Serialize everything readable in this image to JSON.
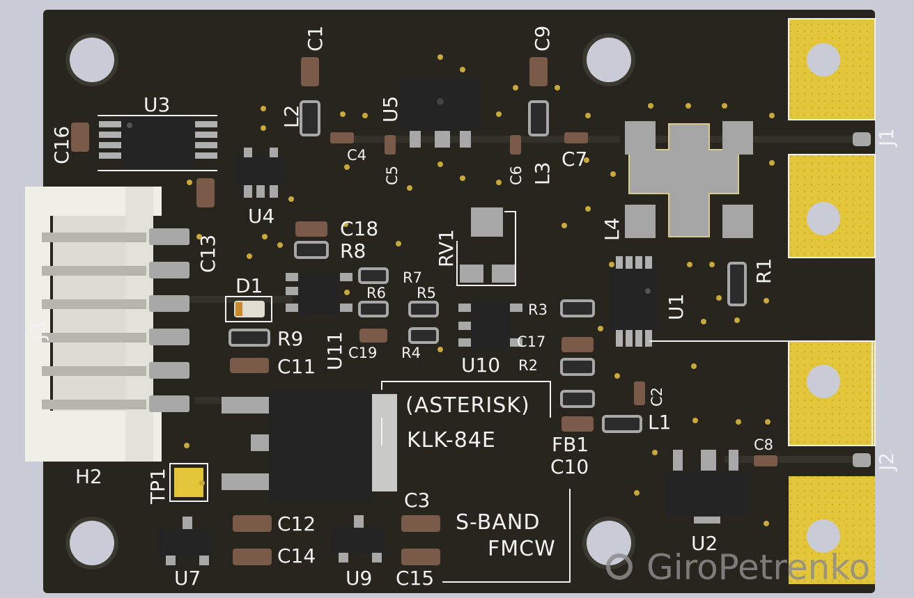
{
  "board": {
    "colors": {
      "background": "#c9cbd6",
      "soldermask": "#27251d",
      "silkscreen": "#f2f2f2",
      "gold": "#e3c53a",
      "pad": "#a8a8a8",
      "ic_body": "#242424",
      "connector": "#efefe8",
      "watermark": "#8c8c8c"
    },
    "labels": {
      "u3": "U3",
      "c16": "C16",
      "c1": "C1",
      "l2": "L2",
      "c4": "C4",
      "c5": "C5",
      "u5": "U5",
      "c9": "C9",
      "c6": "C6",
      "l3": "L3",
      "c7": "C7",
      "j1": "J1",
      "u4": "U4",
      "c13": "C13",
      "c18": "C18",
      "r8": "R8",
      "rv1": "RV1",
      "l4": "L4",
      "r1": "R1",
      "d1": "D1",
      "r7": "R7",
      "r6": "R6",
      "r5": "R5",
      "r3": "R3",
      "u1": "U1",
      "j3": "J3",
      "r9": "R9",
      "u11": "U11",
      "c19": "C19",
      "r4": "R4",
      "u10": "U10",
      "c17": "C17",
      "r2": "R2",
      "c11": "C11",
      "c2": "C2",
      "l1": "L1",
      "fb1": "FB1",
      "c10": "C10",
      "c8": "C8",
      "j2": "J2",
      "h2": "H2",
      "tp1": "TP1",
      "c12": "C12",
      "c3": "C3",
      "c14": "C14",
      "c15": "C15",
      "u7": "U7",
      "u9": "U9",
      "u2": "U2"
    },
    "texts": {
      "asterisk": "(ASTERISK)",
      "model": "KLK-84E",
      "band": "S-BAND",
      "mode": "FMCW"
    },
    "watermark": "GiroPetrenko"
  }
}
